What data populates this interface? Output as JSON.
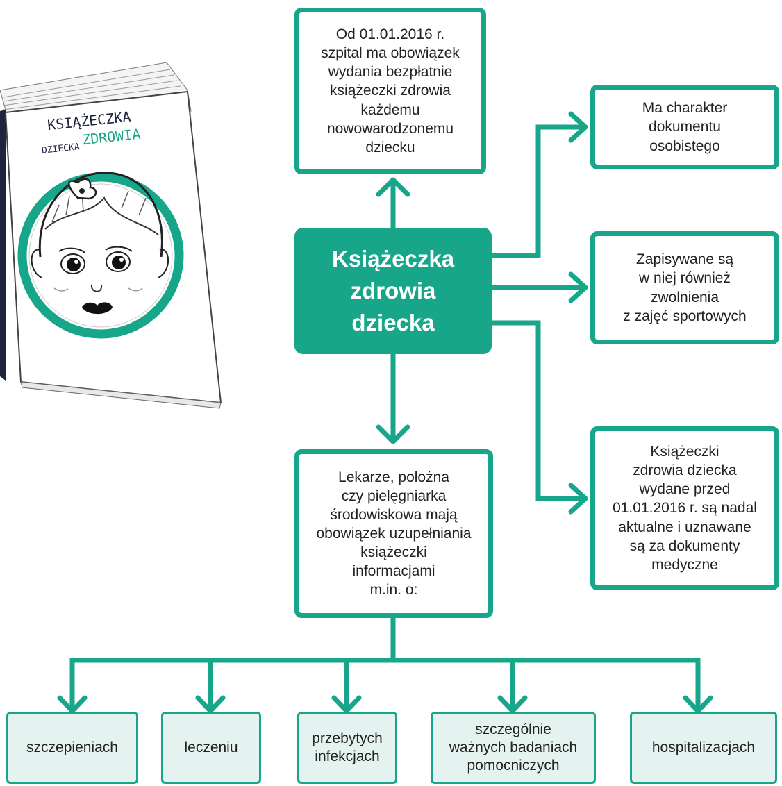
{
  "center": {
    "title": "Książeczka\nzdrowia\ndziecka"
  },
  "boxes": {
    "top": "Od 01.01.2016 r.\nszpital ma obowiązek\nwydania bezpłatnie\nksiążeczki zdrowia\nkażdemu\nnowowarodzonemu\ndziecku",
    "right1": "Ma charakter\ndokumentu\nosobistego",
    "right2": "Zapisywane są\nw niej również\nzwolnienia\nz zajęć sportowych",
    "right3": "Książeczki\nzdrowia dziecka\nwydane przed\n01.01.2016 r. są nadal\naktualne i uznawane\nsą za dokumenty\nmedyczne",
    "bottom": "Lekarze, położna\nczy pielęgniarka\nśrodowiskowa mają\nobowiązek uzupełniania\nksiążeczki\ninformacjami\nm.in. o:"
  },
  "leaves": [
    "szczepieniach",
    "leczeniu",
    "przebytych\ninfekcjach",
    "szczególnie\nważnych badaniach\npomocniczych",
    "hospitalizacjach"
  ],
  "book": {
    "title_line1": "KSIĄŻECZKA",
    "title_line2": "ZDROWIA",
    "title_line3": "DZIECKA"
  },
  "colors": {
    "accent": "#17a689",
    "leaf_fill": "#e4f3ef",
    "book_navy": "#1f2340"
  }
}
